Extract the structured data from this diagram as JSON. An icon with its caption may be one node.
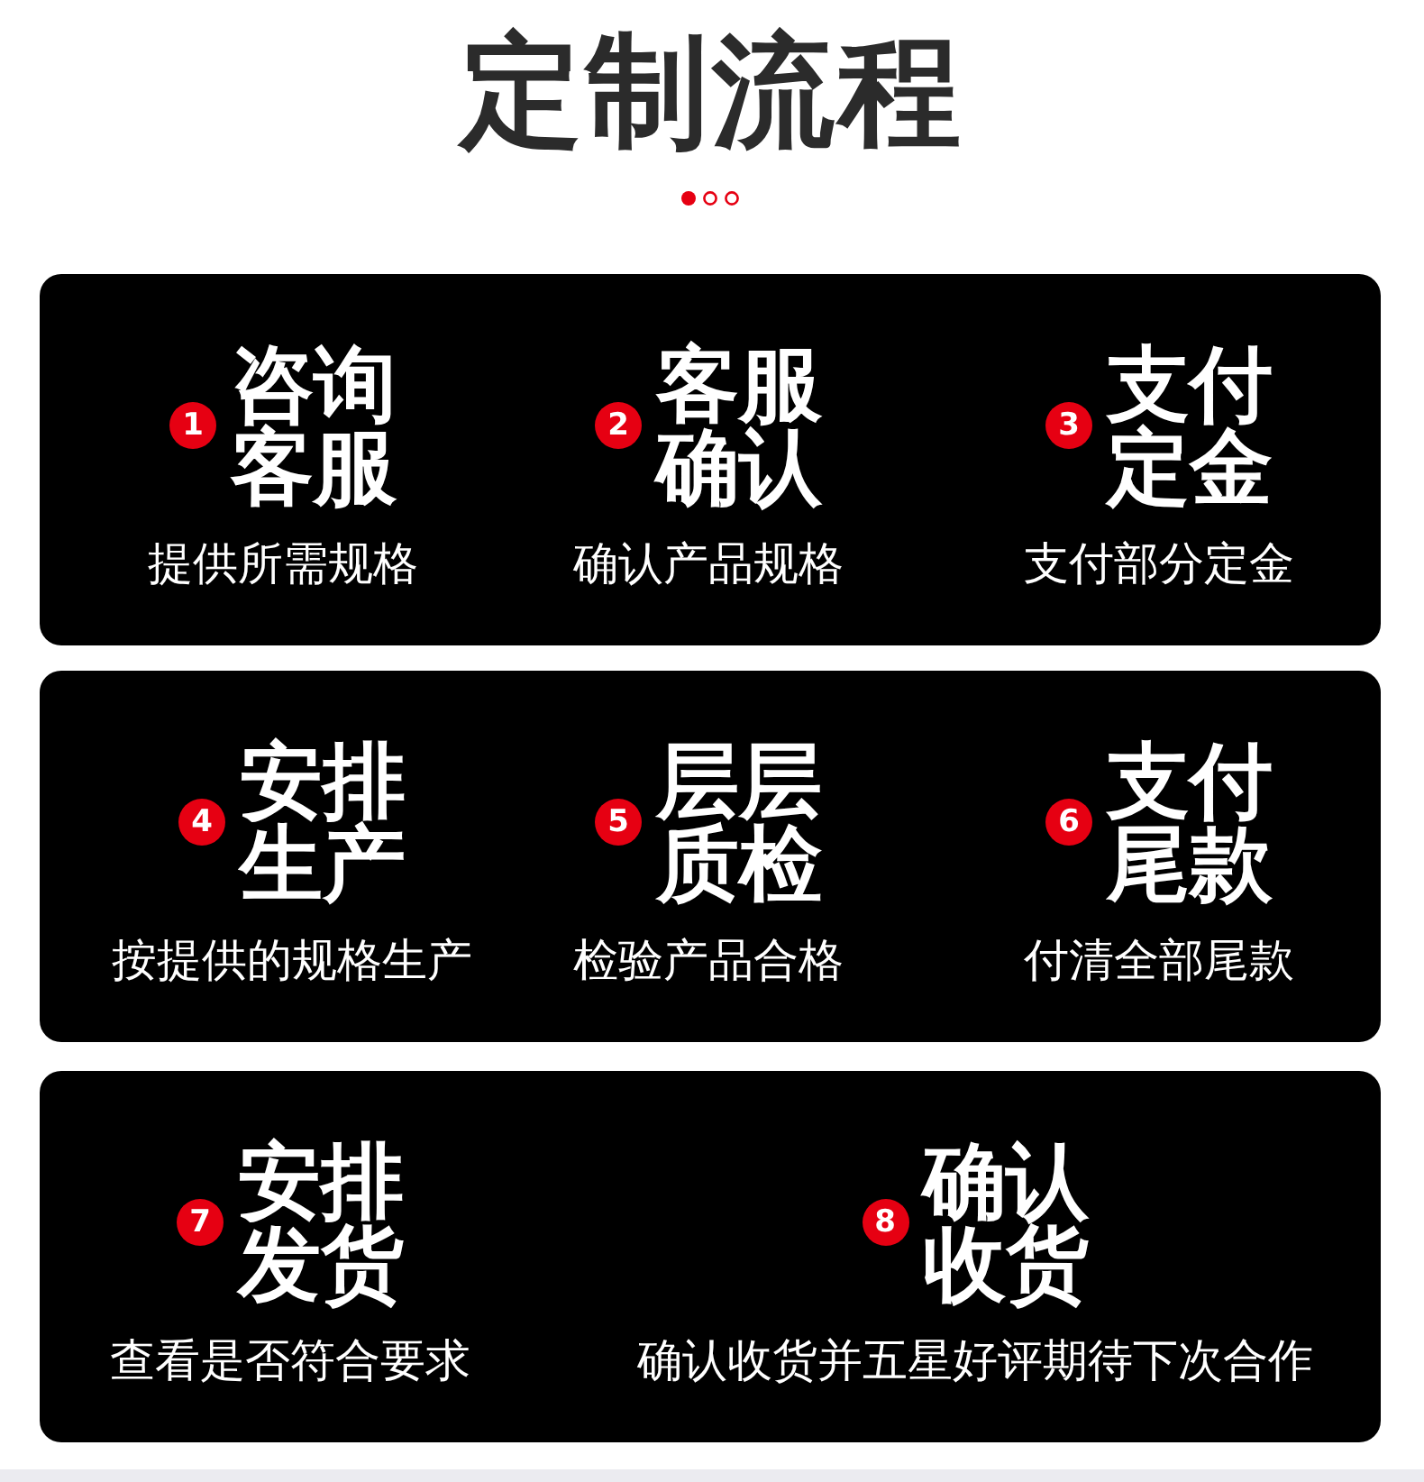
{
  "diagram": {
    "title": "定制流程",
    "nodes": [
      {
        "text": [],
        "shape": "box"
      },
      {
        "text": [
          "1"
        ],
        "in": 0,
        "beside": [
          "咨询客服",
          "提供所需规格"
        ]
      },
      {
        "text": [
          "2"
        ],
        "in": 0,
        "beside": [
          "客服确认",
          "确认产品规格"
        ]
      },
      {
        "text": [
          "3"
        ],
        "in": 0,
        "beside": [
          "支付定金",
          "支付部分定金"
        ]
      },
      {
        "text": [],
        "shape": "box"
      },
      {
        "text": [
          "4"
        ],
        "in": 4,
        "beside": [
          "安排生产",
          "按提供的规格生产"
        ]
      },
      {
        "text": [
          "5"
        ],
        "in": 4,
        "beside": [
          "层层质检",
          "检验产品合格"
        ]
      },
      {
        "text": [
          "6"
        ],
        "in": 4,
        "beside": [
          "支付尾款",
          "付清全部尾款"
        ]
      },
      {
        "text": [],
        "shape": "box"
      },
      {
        "text": [
          "7"
        ],
        "in": 8,
        "beside": [
          "安排发货",
          "查看是否符合要求"
        ]
      },
      {
        "text": [
          "8"
        ],
        "in": 8,
        "beside": [
          "确认收货",
          "确认收货并五星好评期待下次合作"
        ]
      }
    ]
  }
}
